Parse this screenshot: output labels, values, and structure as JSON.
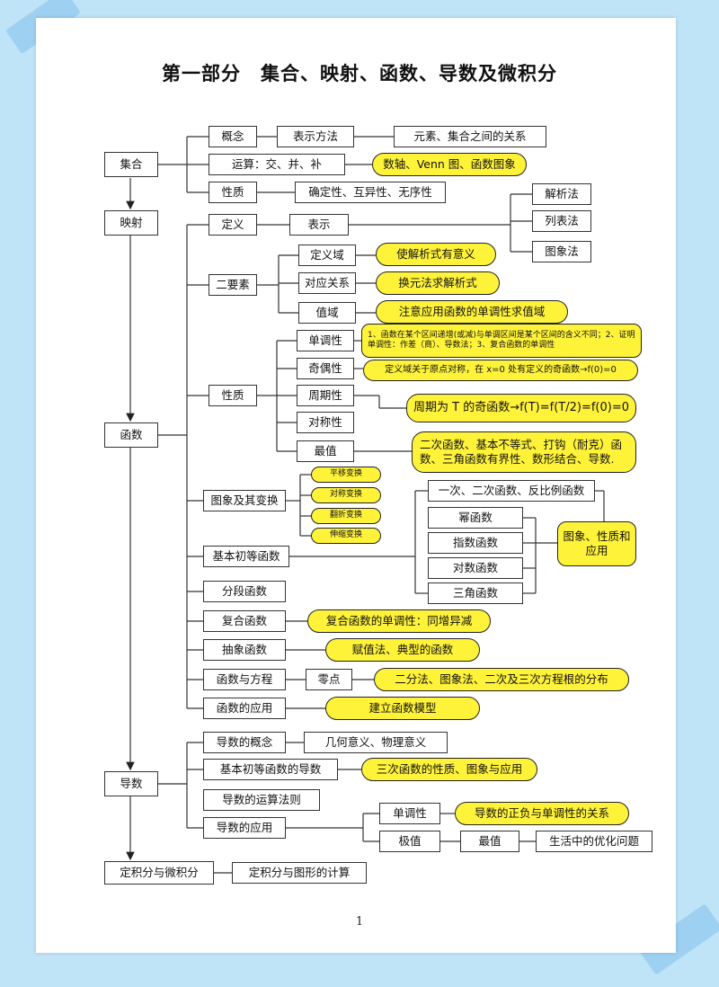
{
  "title": "第一部分　集合、映射、函数、导数及微积分",
  "page_number": "1",
  "colors": {
    "background": "#bfe3f7",
    "highlight": "#fff33a",
    "line": "#333333"
  },
  "nodes": {
    "jihe": "集合",
    "yingshe": "映射",
    "hanshu": "函数",
    "daoshu": "导数",
    "dingjifen": "定积分与微积分",
    "gainian": "概念",
    "biaoshifangfa": "表示方法",
    "yuansu": "元素、集合之间的关系",
    "yunsuan": "运算：交、并、补",
    "shuzhou": "数轴、Venn 图、函数图象",
    "xingzhi_ji": "性质",
    "queding": "确定性、互异性、无序性",
    "dingyi": "定义",
    "biaoshi": "表示",
    "jiexifa": "解析法",
    "liebiaofa": "列表法",
    "tuxiangfa": "图象法",
    "eryaosu": "二要素",
    "dingyiyu": "定义域",
    "youyiyi": "使解析式有意义",
    "duiying": "对应关系",
    "huanyuan": "换元法求解析式",
    "zhiyu": "值域",
    "zhuyi": "注意应用函数的单调性求值域",
    "xingzhi_han": "性质",
    "dandiao": "单调性",
    "dandiao_note": "1、函数在某个区间递增(或减)与单调区间是某个区间的含义不同；2、证明单调性：作差（商）、导数法；3、复合函数的单调性",
    "jiou": "奇偶性",
    "jiou_note": "定义域关于原点对称，在 x=0 处有定义的奇函数→f(0)=0",
    "zhouqi": "周期性",
    "zhouqi_note": "周期为 T 的奇函数→f(T)=f(T/2)=f(0)=0",
    "duichen": "对称性",
    "zuizhi": "最值",
    "zuizhi_note": "二次函数、基本不等式、打钩（耐克）函数、三角函数有界性、数形结合、导数.",
    "tuxiang_bh": "图象及其变换",
    "pingyi": "平移变换",
    "duichen_bh": "对称变换",
    "fanzhe": "翻折变换",
    "shensuo": "伸缩变换",
    "jiben": "基本初等函数",
    "yici": "一次、二次函数、反比例函数",
    "mi": "幂函数",
    "zhishu": "指数函数",
    "duishu": "对数函数",
    "sanjiao": "三角函数",
    "tuxiang_xz": "图象、性质和应用",
    "fenduan": "分段函数",
    "fuhe": "复合函数",
    "fuhe_note": "复合函数的单调性：同增异减",
    "chouxiang": "抽象函数",
    "fuzhi": "赋值法、典型的函数",
    "fangcheng": "函数与方程",
    "lingdian": "零点",
    "erfen": "二分法、图象法、二次及三次方程根的分布",
    "yingyong": "函数的应用",
    "jianli": "建立函数模型",
    "ds_gainian": "导数的概念",
    "jihe_yiyi": "几何意义、物理意义",
    "ds_jiben": "基本初等函数的导数",
    "sanci": "三次函数的性质、图象与应用",
    "yunsuan_fz": "导数的运算法则",
    "ds_yingyong": "导数的应用",
    "ds_dandiao": "单调性",
    "zhengfu": "导数的正负与单调性的关系",
    "jizhi": "极值",
    "ds_zuizhi": "最值",
    "shenghuo": "生活中的优化问题",
    "jifen_tuxing": "定积分与图形的计算"
  }
}
